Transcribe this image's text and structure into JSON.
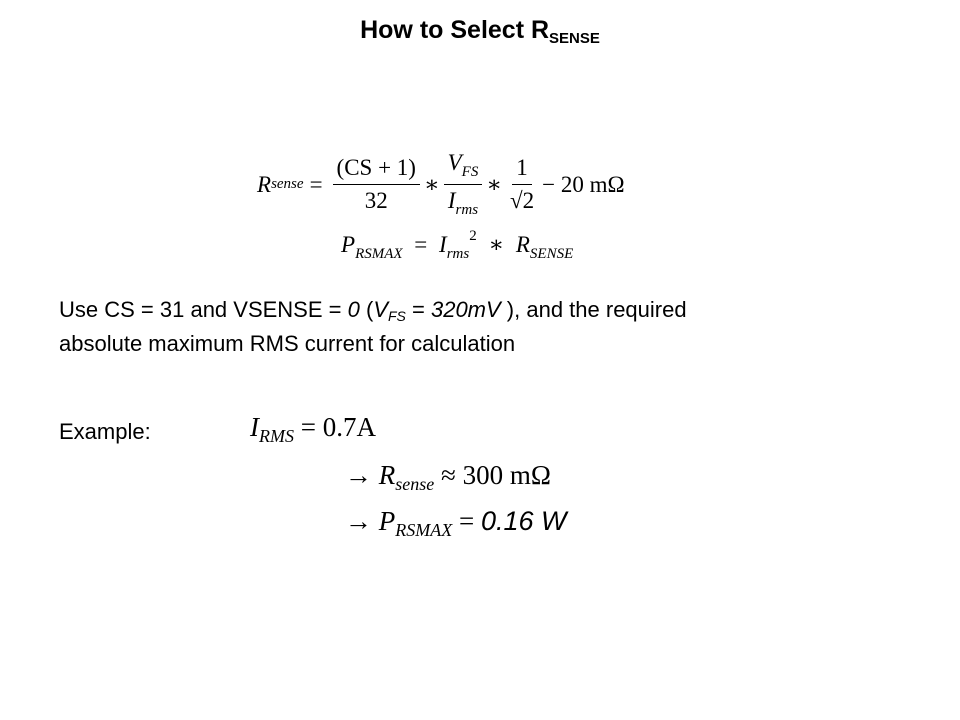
{
  "title": {
    "main": "How to Select R",
    "sub": "SENSE"
  },
  "formula1": {
    "lhs": "R",
    "lhs_sub": "sense",
    "eq": "=",
    "num1": "(CS + 1)",
    "den1": "32",
    "times": "∗",
    "num2": "V",
    "num2_sub": "FS",
    "den2": "I",
    "den2_sub": "rms",
    "num3": "1",
    "den3": "√2",
    "tail": "− 20 mΩ"
  },
  "formula2": {
    "lhs": "P",
    "lhs_sub": "RSMAX",
    "eq": "=",
    "i": "I",
    "i_sub": "rms",
    "exp": "2",
    "times": "∗",
    "r": "R",
    "r_sub": "SENSE"
  },
  "instructions": {
    "p1": "Use CS = 31 and VSENSE = ",
    "p1_val": "0",
    "p2": " (",
    "vfs": "V",
    "vfs_sub": "FS",
    "p3": " = ",
    "vfs_val": "320mV",
    "p4": " ), and the required",
    "line2": "absolute maximum RMS current for calculation"
  },
  "example": {
    "label": "Example:",
    "irms": "I",
    "irms_sub": "RMS",
    "irms_val": "= 0.7A",
    "arrow": "→",
    "r": "R",
    "r_sub": "sense",
    "r_val": "≈ 300 mΩ",
    "p": "P",
    "p_sub": "RSMAX",
    "p_eq": "=",
    "p_val": "0.16 W"
  }
}
